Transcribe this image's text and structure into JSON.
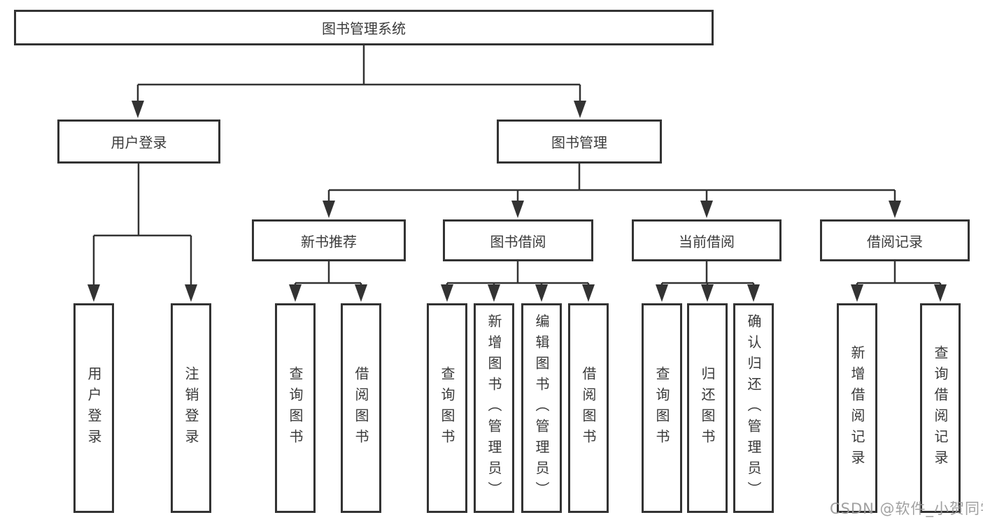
{
  "nodes": {
    "root": "图书管理系统",
    "user_login": "用户登录",
    "book_mgmt": "图书管理",
    "new_book_rec": "新书推荐",
    "book_borrow": "图书借阅",
    "current_borrow": "当前借阅",
    "borrow_records": "借阅记录",
    "leaf_user_login": "用户登录",
    "leaf_logout": "注销登录",
    "leaf_query_books_rec": "查询图书",
    "leaf_borrow_books_rec": "借阅图书",
    "leaf_query_books_borrow": "查询图书",
    "leaf_add_books_admin": "新增图书（管理员）",
    "leaf_edit_books_admin": "编辑图书（管理员）",
    "leaf_borrow_books_borrow": "借阅图书",
    "leaf_query_books_current": "查询图书",
    "leaf_return_books": "归还图书",
    "leaf_confirm_return_admin": "确认归还（管理员）",
    "leaf_add_borrow_record": "新增借阅记录",
    "leaf_query_borrow_record": "查询借阅记录"
  },
  "watermark": "CSDN @软件_小贺同学",
  "colors": {
    "line": "#333333",
    "box_border": "#333333",
    "text": "#3a3a3a",
    "background": "#ffffff",
    "watermark": "#989898"
  }
}
